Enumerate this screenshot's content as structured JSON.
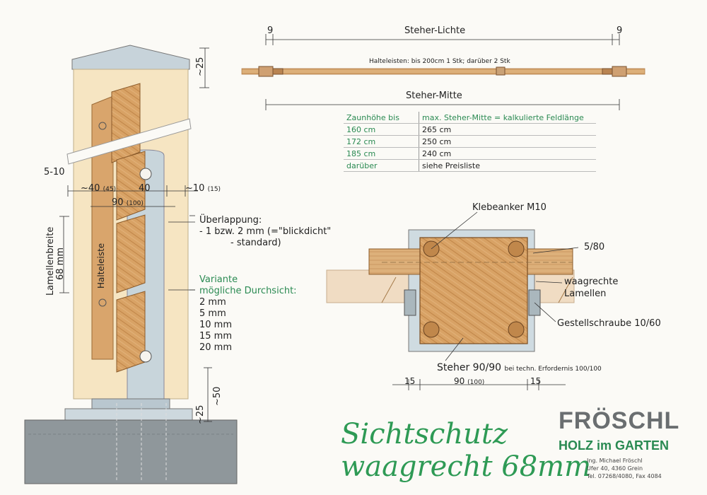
{
  "plan": {
    "dim_left": "9",
    "dim_right": "9",
    "steher_lichte": "Steher-Lichte",
    "halteleisten": "Halteleisten: bis 200cm 1 Stk; darüber 2 Stk",
    "steher_mitte": "Steher-Mitte"
  },
  "table": {
    "header": [
      "Zaunhöhe bis",
      "max. Steher-Mitte = kalkulierte Feldlänge"
    ],
    "rows": [
      [
        "160 cm",
        "265 cm"
      ],
      [
        "172 cm",
        "250 cm"
      ],
      [
        "185 cm",
        "240 cm"
      ],
      [
        "darüber",
        "siehe Preisliste"
      ]
    ]
  },
  "post": {
    "dim_top": "~25",
    "dim_5_10": "5-10",
    "dim_40a": "~40",
    "dim_40a_alt": "(45)",
    "dim_40b": "40",
    "dim_10": "~10",
    "dim_10_alt": "(15)",
    "dim_90": "90",
    "dim_90_alt": "(100)",
    "lamellenbreite": "Lamellenbreite",
    "lamellen_mm": "68 mm",
    "halteleiste": "Halteleiste",
    "dim_50": "~50",
    "dim_25b": "~25"
  },
  "overlap": {
    "title": "Überlappung:",
    "line1": "- 1 bzw. 2 mm (=\"blickdicht\"",
    "line2": "- standard)"
  },
  "variant": {
    "title1": "Variante",
    "title2": "mögliche Durchsicht:",
    "values": [
      "2 mm",
      "5 mm",
      "10 mm",
      "15 mm",
      "20 mm"
    ]
  },
  "section": {
    "klebeanker": "Klebeanker M10",
    "dim_5_80": "5/80",
    "waagrechte": "waagrechte",
    "lamellen": "Lamellen",
    "gestellschraube": "Gestellschraube 10/60",
    "steher": "Steher 90/90",
    "steher_note": "bei techn. Erfordernis 100/100",
    "dim_15a": "15",
    "dim_90": "90",
    "dim_90_alt": "(100)",
    "dim_15b": "15"
  },
  "title": {
    "line1": "Sichtschutz",
    "line2": "waagrecht 68mm"
  },
  "brand": {
    "name": "FRÖSCHL",
    "tagline": "HOLZ im GARTEN",
    "contact1": "Ing. Michael Fröschl",
    "contact2": "Ufer 40, 4360 Grein",
    "contact3": "Tel. 07268/4080, Fax 4084"
  },
  "colors": {
    "wood": "#d9a36a",
    "post_cream": "#f7e6c4",
    "steel": "#c9d6dc",
    "green": "#2a8a52",
    "concrete": "#8e9599"
  }
}
